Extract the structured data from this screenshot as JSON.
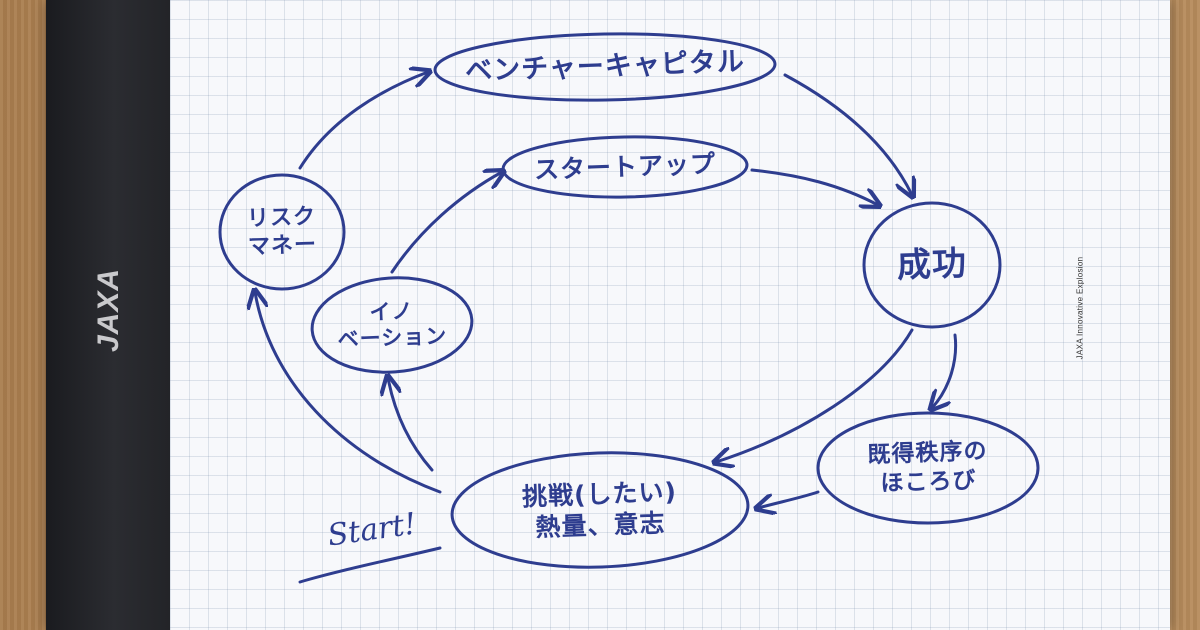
{
  "brand": {
    "logo_text": "JAXA",
    "paper_label": "JAXA Innovative Explosion"
  },
  "ink_color": "#2e3d8f",
  "nodes": {
    "venture_capital": "ベンチャーキャピタル",
    "startup": "スタートアップ",
    "risk_money_line1": "リスク",
    "risk_money_line2": "マネー",
    "success": "成功",
    "innovation_line1": "イノ",
    "innovation_line2": "ベーション",
    "establishment_line1": "既得秩序の",
    "establishment_line2": "ほころび",
    "challenge_line1": "挑戦(したい)",
    "challenge_line2": "熱量、意志"
  },
  "start_label": "Start!"
}
